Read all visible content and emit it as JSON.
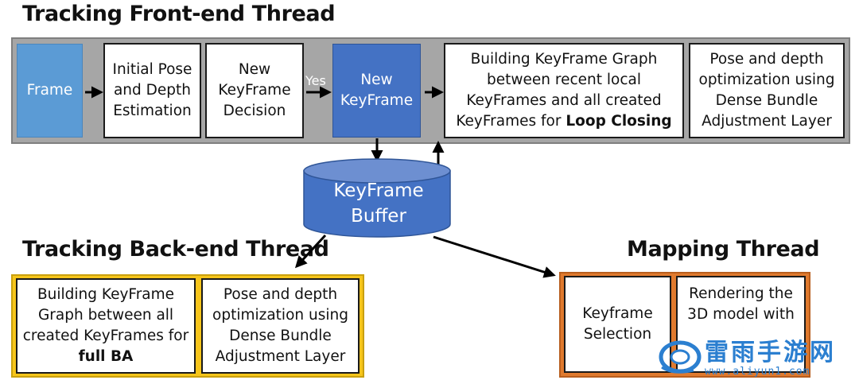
{
  "titles": {
    "frontend": "Tracking Front-end Thread",
    "backend": "Tracking Back-end Thread",
    "mapping": "Mapping Thread"
  },
  "frontend": {
    "frame": "Frame",
    "initial_pose": [
      "Initial Pose",
      "and Depth",
      "Estimation"
    ],
    "new_keyframe_decision": [
      "New",
      "KeyFrame",
      "Decision"
    ],
    "yes_label": "Yes",
    "new_keyframe": [
      "New",
      "KeyFrame"
    ],
    "building_graph": {
      "lines": [
        "Building KeyFrame Graph",
        "between recent local",
        "KeyFrames and all created"
      ],
      "last_line_prefix": "KeyFrames for ",
      "last_line_bold": "Loop Closing"
    },
    "pose_depth_opt": [
      "Pose and depth",
      "optimization using",
      "Dense Bundle",
      "Adjustment Layer"
    ]
  },
  "buffer": [
    "KeyFrame",
    "Buffer"
  ],
  "backend": {
    "building_graph": {
      "lines": [
        "Building KeyFrame",
        "Graph between all",
        "created KeyFrames for"
      ],
      "bold_line": "full BA"
    },
    "pose_depth_opt": [
      "Pose and depth",
      "optimization using",
      "Dense Bundle",
      "Adjustment Layer"
    ]
  },
  "mapping": {
    "keyframe_selection": [
      "Keyframe",
      "Selection"
    ],
    "rendering": [
      "Rendering the",
      "3D model with"
    ]
  },
  "watermark": {
    "chinese": "雷雨手游网",
    "url": "www.aliyun1.com"
  },
  "colors": {
    "frontend_bg": "#a6a6a6",
    "backend_bg": "#f6c51b",
    "mapping_bg": "#e07a2e",
    "frame_blue": "#5b9bd5",
    "keyframe_blue": "#4472c4",
    "watermark_blue": "#2b7fd0"
  }
}
